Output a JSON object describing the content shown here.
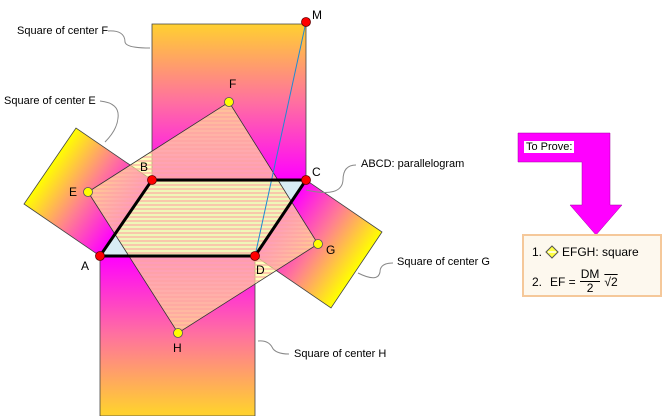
{
  "labels": {
    "square_f": "Square of center F",
    "square_e": "Square of center E",
    "square_g": "Square of center G",
    "square_h": "Square of center H",
    "abcd": "ABCD:  parallelogram"
  },
  "points": {
    "A": "A",
    "B": "B",
    "C": "C",
    "D": "D",
    "E": "E",
    "F": "F",
    "G": "G",
    "H": "H",
    "M": "M"
  },
  "to_prove": {
    "title": "To Prove:",
    "item1_num": "1.",
    "item1_text": "EFGH: square",
    "item2_num": "2.",
    "item2_lhs": "EF =",
    "item2_num_text": "DM",
    "item2_den": "2",
    "item2_sqrt": "√2"
  },
  "colors": {
    "magenta": "#ff00ff",
    "yellow": "#ffff00",
    "orange": "#ffb050",
    "point_red": "#ff0000",
    "point_yellow": "#ffff00",
    "line_blue": "#1e8ad2"
  }
}
